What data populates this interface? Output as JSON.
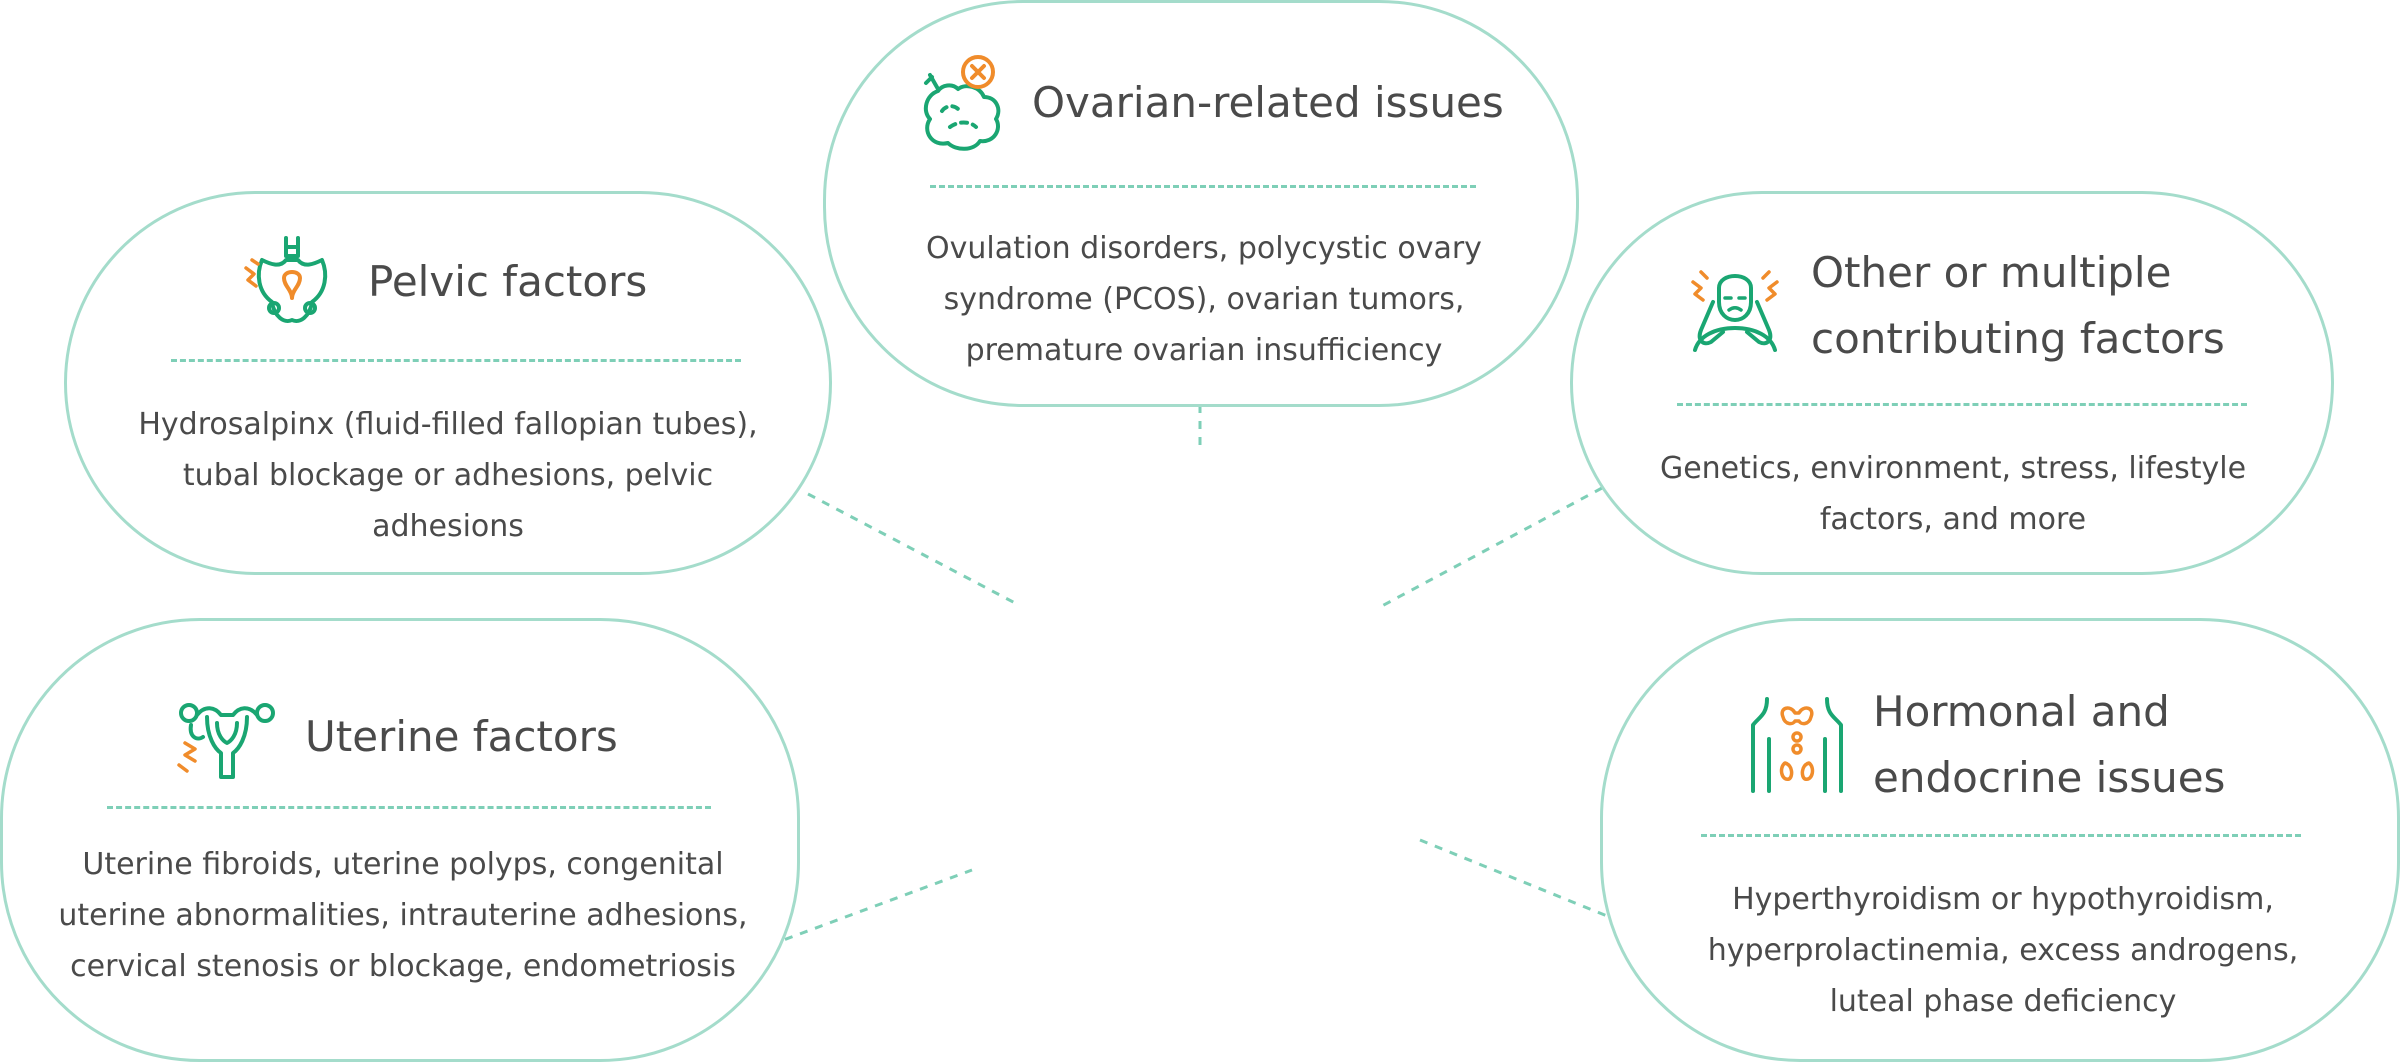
{
  "colors": {
    "border": "#a4dccb",
    "dashed": "#7ecfb7",
    "icon_green": "#1aa672",
    "icon_orange": "#f08c2b",
    "text": "#4a4a4a"
  },
  "cards": {
    "ovarian": {
      "icon": "ovary-icon",
      "title": "Ovarian-related issues",
      "description": "Ovulation disorders, polycystic ovary syndrome (PCOS), ovarian tumors, premature ovarian insufficiency"
    },
    "pelvic": {
      "icon": "pelvis-icon",
      "title": "Pelvic factors",
      "description": "Hydrosalpinx (fluid-filled fallopian tubes), tubal blockage or adhesions, pelvic adhesions"
    },
    "other": {
      "icon": "stressed-person-icon",
      "title_line1": "Other or multiple",
      "title_line2": "contributing factors",
      "description": "Genetics, environment, stress, lifestyle factors, and more"
    },
    "uterine": {
      "icon": "uterus-icon",
      "title": "Uterine factors",
      "description": "Uterine fibroids, uterine polyps, congenital uterine abnormalities, intrauterine adhesions, cervical stenosis or blockage, endometriosis"
    },
    "hormonal": {
      "icon": "thyroid-endocrine-icon",
      "title_line1": "Hormonal and",
      "title_line2": "endocrine issues",
      "description": "Hyperthyroidism or hypothyroidism, hyperprolactinemia, excess androgens, luteal phase deficiency"
    }
  }
}
